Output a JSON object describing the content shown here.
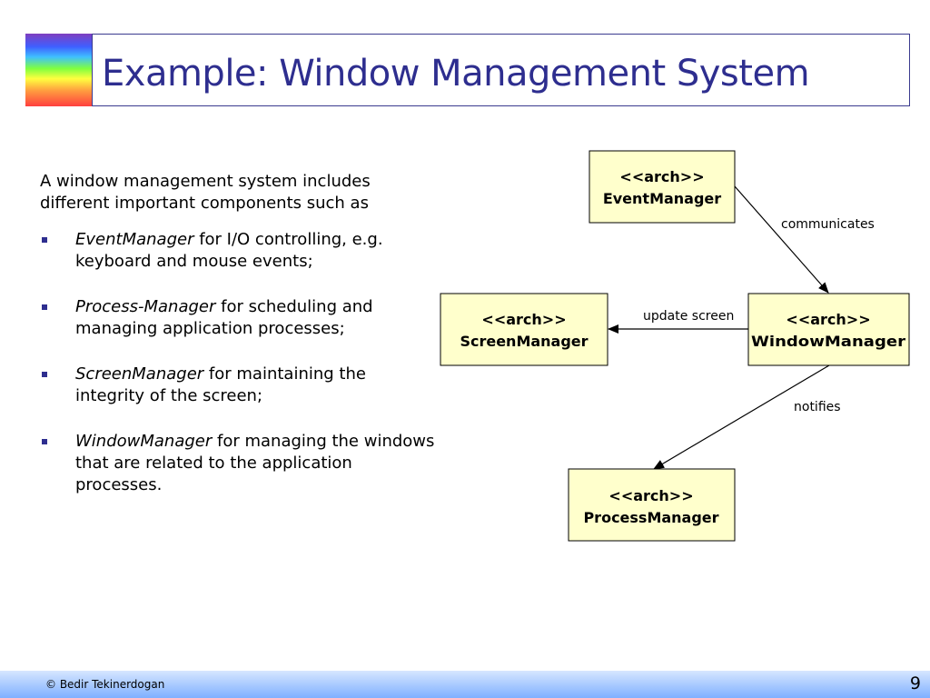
{
  "slide": {
    "title": "Example: Window Management System",
    "intro": "A window management system includes different important components such as",
    "bullets": [
      {
        "term": "EventManager",
        "text": " for I/O controlling, e.g. keyboard and mouse events;"
      },
      {
        "term": "Process-Manager",
        "text": " for scheduling and managing application processes;"
      },
      {
        "term": "ScreenManager",
        "text": " for maintaining the integrity of the screen;"
      },
      {
        "term": "WindowManager",
        "text": " for managing the windows that are related to the application processes."
      }
    ]
  },
  "diagram": {
    "nodes": [
      {
        "id": "event",
        "stereotype": "<<arch>>",
        "name": "EventManager"
      },
      {
        "id": "screen",
        "stereotype": "<<arch>>",
        "name": "ScreenManager"
      },
      {
        "id": "window",
        "stereotype": "<<arch>>",
        "name": "WindowManager"
      },
      {
        "id": "process",
        "stereotype": "<<arch>>",
        "name": "ProcessManager"
      }
    ],
    "edges": [
      {
        "from": "event",
        "to": "window",
        "label": "communicates"
      },
      {
        "from": "window",
        "to": "screen",
        "label": "update screen"
      },
      {
        "from": "window",
        "to": "process",
        "label": "notifies"
      }
    ],
    "node_fill": "#ffffcc"
  },
  "footer": {
    "copyright": "© Bedir Tekinerdogan",
    "page_number": "9"
  }
}
